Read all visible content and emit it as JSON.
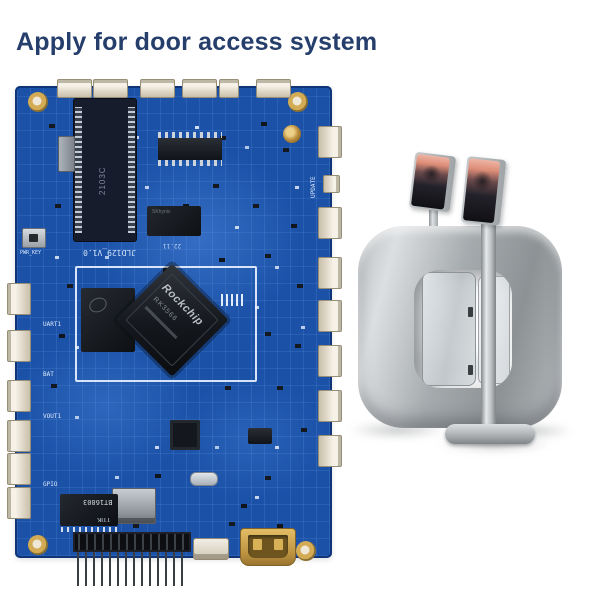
{
  "title": "Apply for door access system",
  "colors": {
    "title_navy": "#263e6b",
    "board_blue": "#1b52a8",
    "connector_ivory": "#efe9dd",
    "gold": "#c49b4e",
    "gate_silver": "#b4b8bb",
    "screen_glow": "#e8a898"
  },
  "pcb": {
    "board_version": "JLD129_V1.0",
    "date_code": "22.11",
    "cpu_brand": "Rockchip",
    "cpu_model": "RK3566",
    "mem_label": "SKhynix",
    "pcie_label": "2103C",
    "eth_brand": "TTIK",
    "eth_model": "BT16803",
    "labels": {
      "pwr_key": "PWR_KEY",
      "update": "UPDATE",
      "uart1": "UART1",
      "bat": "BAT",
      "vout": "VOUT1",
      "gpio": "GPIO"
    }
  }
}
